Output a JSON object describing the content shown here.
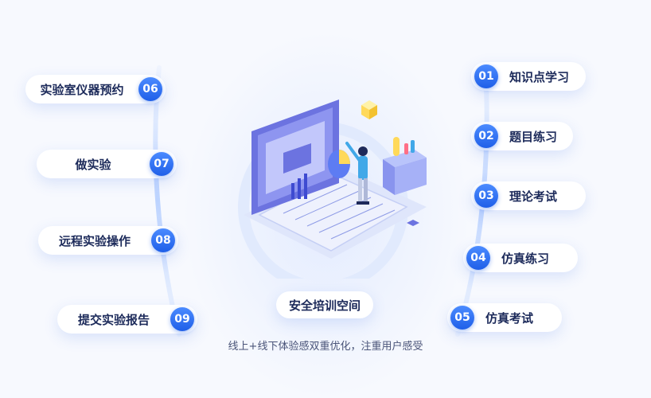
{
  "center": {
    "title": "安全培训空间",
    "caption": "线上+线下体验感双重优化，注重用户感受"
  },
  "left_items": [
    {
      "number": "06",
      "label": "实验室仪器预约"
    },
    {
      "number": "07",
      "label": "做实验"
    },
    {
      "number": "08",
      "label": "远程实验操作"
    },
    {
      "number": "09",
      "label": "提交实验报告"
    }
  ],
  "right_items": [
    {
      "number": "01",
      "label": "知识点学习"
    },
    {
      "number": "02",
      "label": "题目练习"
    },
    {
      "number": "03",
      "label": "理论考试"
    },
    {
      "number": "04",
      "label": "仿真练习"
    },
    {
      "number": "05",
      "label": "仿真考试"
    }
  ],
  "colors": {
    "accent": "#2a6df0",
    "text_dark": "#1c2a5a",
    "background": "#f7f9fe"
  },
  "icons": {
    "illustration": "laptop-analytics-illustration"
  }
}
